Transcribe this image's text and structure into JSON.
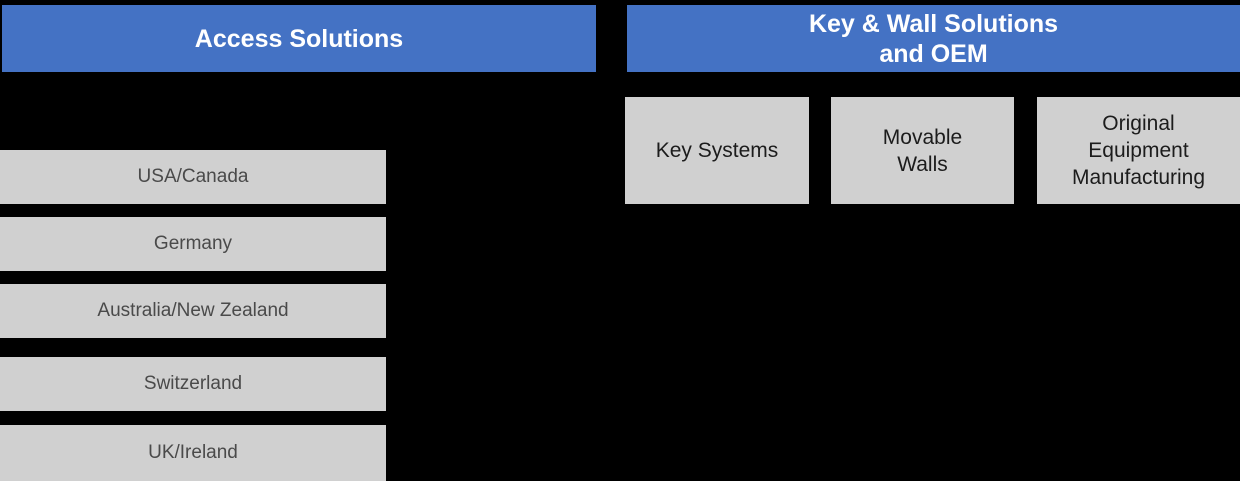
{
  "colors": {
    "background": "#000000",
    "header_blue": "#4472C4",
    "box_gray": "#D0D0D0",
    "header_text": "#FFFFFF",
    "region_text": "#4A4A4A",
    "business_text": "#1C1C1C"
  },
  "divisions": [
    {
      "id": "access-solutions",
      "title": "Access Solutions",
      "title_lines": [
        "Access Solutions"
      ],
      "units": [
        {
          "id": "usa-canada",
          "label": "USA/Canada",
          "lines": [
            "USA/Canada"
          ]
        },
        {
          "id": "germany",
          "label": "Germany",
          "lines": [
            "Germany"
          ]
        },
        {
          "id": "australia-new-zealand",
          "label": "Australia/New Zealand",
          "lines": [
            "Australia/New Zealand"
          ]
        },
        {
          "id": "switzerland",
          "label": "Switzerland",
          "lines": [
            "Switzerland"
          ]
        },
        {
          "id": "uk-ireland",
          "label": "UK/Ireland",
          "lines": [
            "UK/Ireland"
          ]
        }
      ]
    },
    {
      "id": "key-wall-solutions-and-oem",
      "title": "Key & Wall Solutions and OEM",
      "title_lines": [
        "Key & Wall Solutions",
        "and OEM"
      ],
      "units": [
        {
          "id": "key-systems",
          "label": "Key Systems",
          "lines": [
            "Key Systems"
          ]
        },
        {
          "id": "movable-walls",
          "label": "Movable Walls",
          "lines": [
            "Movable",
            "Walls"
          ]
        },
        {
          "id": "original-equipment-manufacturing",
          "label": "Original Equipment Manufacturing",
          "lines": [
            "Original",
            "Equipment",
            "Manufacturing"
          ]
        }
      ]
    }
  ]
}
